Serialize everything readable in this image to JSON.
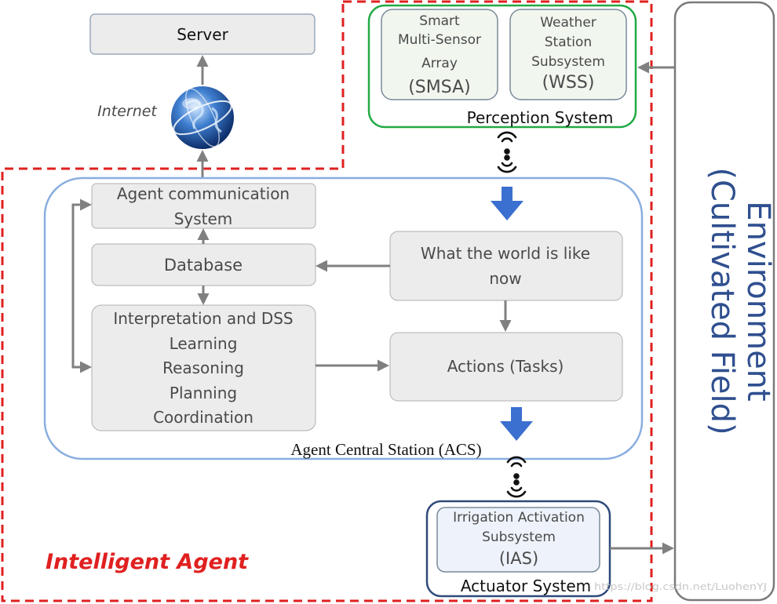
{
  "server": {
    "label": "Server"
  },
  "internet": {
    "label": "Internet"
  },
  "perception": {
    "title": "Perception System",
    "smsa": {
      "line1": "Smart",
      "line2": "Multi-Sensor",
      "line3": "Array",
      "abbr": "(SMSA)"
    },
    "wss": {
      "line1": "Weather",
      "line2": "Station",
      "line3": "Subsystem",
      "abbr": "(WSS)"
    }
  },
  "acs": {
    "title": "Agent Central Station (ACS)",
    "comm": {
      "line1": "Agent communication",
      "line2": "System"
    },
    "database": "Database",
    "interp": {
      "line1": "Interpretation and DSS",
      "line2": "Learning",
      "line3": "Reasoning",
      "line4": "Planning",
      "line5": "Coordination"
    },
    "world": {
      "line1": "What the world is like",
      "line2": "now"
    },
    "actions": "Actions (Tasks)"
  },
  "actuator": {
    "title": "Actuator System",
    "ias": {
      "line1": "Irrigation Activation",
      "line2": "Subsystem",
      "abbr": "(IAS)"
    }
  },
  "environment": {
    "line1": "Environment",
    "line2": "(Cultivated Field)"
  },
  "agent_label": "Intelligent Agent",
  "watermark": "https://blog.csdn.net/LuohenYJ",
  "colors": {
    "agent_red": "#e02020",
    "perception_green": "#22aa44",
    "acs_blue": "#8aaee0",
    "actuator_navy": "#2f4a7a",
    "flow_blue": "#3b6fd0",
    "box_fill": "#ececec"
  }
}
